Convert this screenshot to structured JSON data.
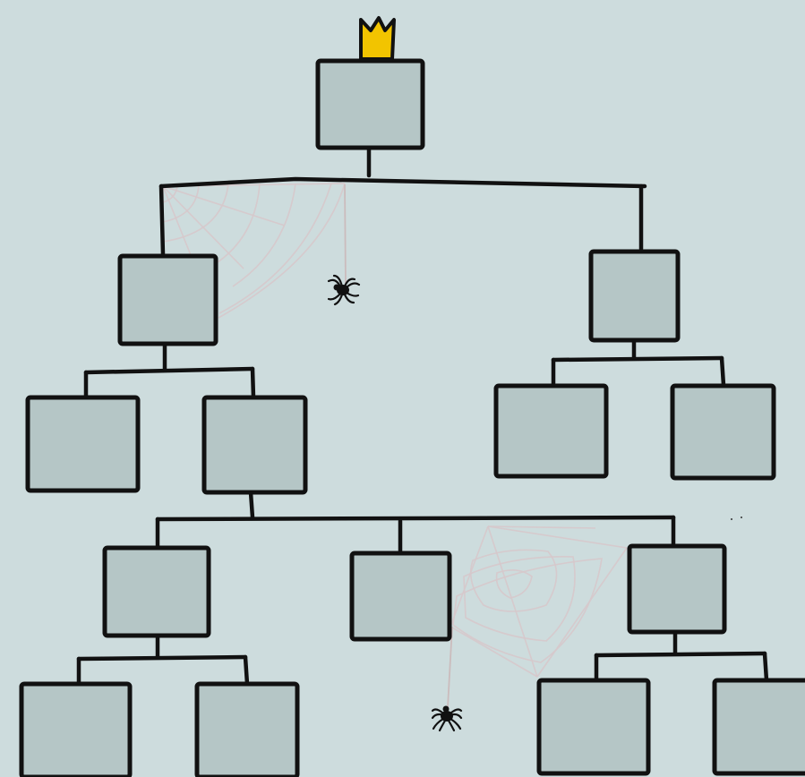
{
  "diagram": {
    "type": "hierarchy-tree",
    "description_free": true,
    "nodes": [
      {
        "id": "root",
        "label": "",
        "has_crown": true,
        "children": [
          "l1-left",
          "l1-right"
        ]
      },
      {
        "id": "l1-left",
        "label": "",
        "children": [
          "l2-a",
          "l2-b"
        ]
      },
      {
        "id": "l1-right",
        "label": "",
        "children": [
          "l2-c",
          "l2-d"
        ]
      },
      {
        "id": "l2-a",
        "label": "",
        "children": []
      },
      {
        "id": "l2-b",
        "label": "",
        "children": [
          "l3-a",
          "l3-b",
          "l3-c"
        ]
      },
      {
        "id": "l2-c",
        "label": "",
        "children": []
      },
      {
        "id": "l2-d",
        "label": "",
        "children": []
      },
      {
        "id": "l3-a",
        "label": "",
        "children": [
          "l4-a",
          "l4-b"
        ]
      },
      {
        "id": "l3-b",
        "label": "",
        "children": []
      },
      {
        "id": "l3-c",
        "label": "",
        "children": [
          "l4-c",
          "l4-d"
        ]
      },
      {
        "id": "l4-a",
        "label": "",
        "children": []
      },
      {
        "id": "l4-b",
        "label": "",
        "children": []
      },
      {
        "id": "l4-c",
        "label": "",
        "children": []
      },
      {
        "id": "l4-d",
        "label": "",
        "children": []
      }
    ],
    "decorations": {
      "crown_color": "#f2c400",
      "web_count": 2,
      "spider_count": 2
    },
    "colors": {
      "background": "#cddcdd",
      "box_fill": "#b5c6c6",
      "outline": "#111111",
      "web": "#d6c8cb"
    }
  }
}
